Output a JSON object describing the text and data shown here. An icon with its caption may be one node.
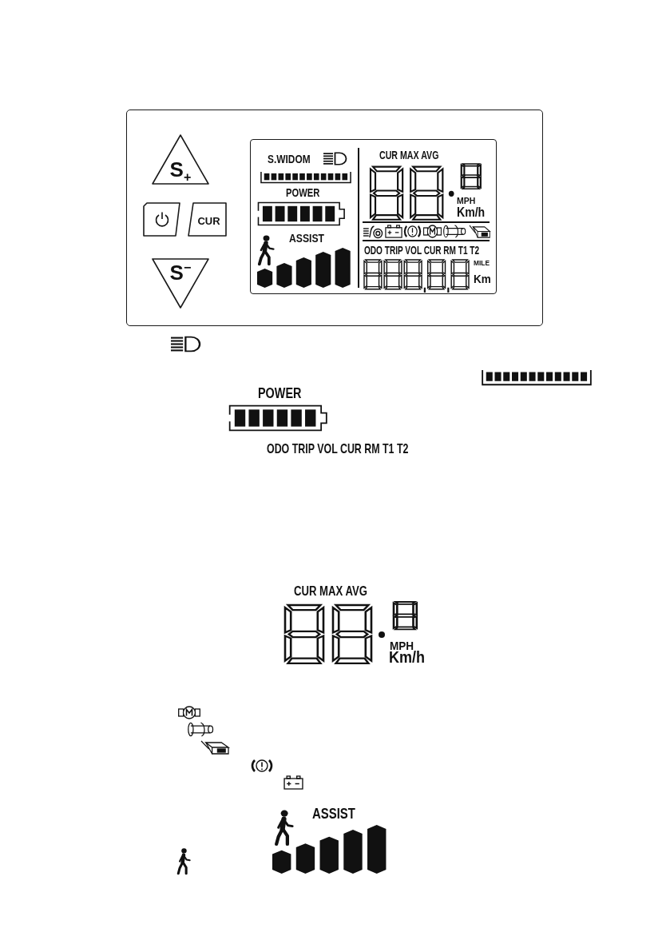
{
  "diagram": {
    "nodes": [
      {
        "text": [],
        "shape": "box"
      },
      {
        "text": [
          "S$_{+}$"
        ],
        "in": 0
      },
      {
        "text": [],
        "shape": "box",
        "in": 0
      },
      {
        "text": [
          "CUR"
        ],
        "in": 0
      },
      {
        "text": [
          "S$^{−}$"
        ],
        "in": 0
      },
      {
        "text": [
          "S.WIDOM",
          "CUR MAX AVG",
          "POWER",
          "MPH",
          "Km/h",
          "ASSIST",
          "ODO TRIP VOL CUR RM T1 T2",
          "MILE",
          "Km"
        ],
        "in": 0
      }
    ],
    "labels": [
      "POWER",
      "ODO TRIP VOL CUR RM T1 T2",
      "CUR MAX AVG",
      "MPH",
      "Km/h",
      "ASSIST"
    ]
  }
}
